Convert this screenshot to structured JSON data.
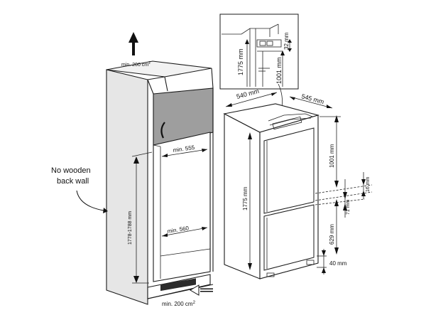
{
  "diagram": {
    "colors": {
      "line": "#1a1a1a",
      "cabinet_side": "#e4e4e4",
      "cabinet_front_panel": "#9e9e9e",
      "arrow_fill": "#111111"
    },
    "labels": {
      "vent_top": "min. 200 cm",
      "vent_top_sup": "2",
      "no_wooden_line1": "No wooden",
      "no_wooden_line2": "back wall",
      "min_555": "min. 555",
      "min_560": "min. 560",
      "niche_height": "1778-1788 mm",
      "vent_bottom": "min. 200 cm",
      "vent_bottom_sup": "2",
      "inset_height": "1775 mm",
      "inset_door": "1001 mm",
      "inset_top": "32 mm",
      "width_540": "540 mm",
      "depth_545": "545 mm",
      "appliance_height": "1775 mm",
      "upper_door": "1001 mm",
      "gap_71": "71 mm",
      "gap_16": "16 mm",
      "lower_door": "629 mm",
      "bottom_40": "40 mm"
    },
    "icons": [
      "arrow-up-icon",
      "arrow-right-icon",
      "curved-arrow-icon"
    ]
  }
}
